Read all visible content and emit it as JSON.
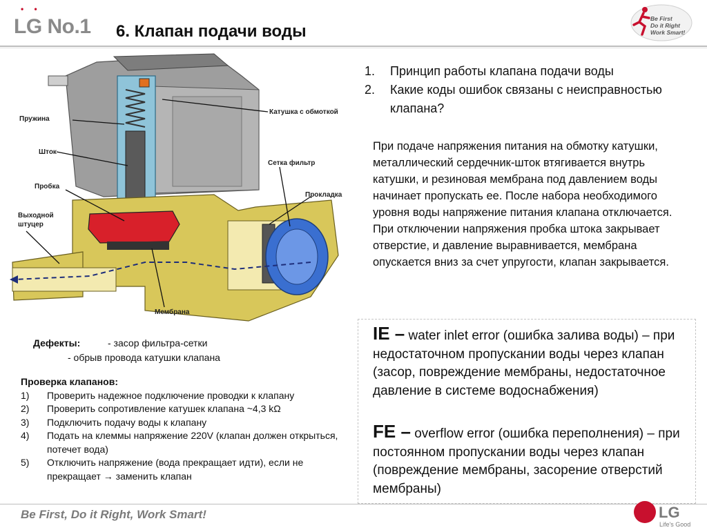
{
  "header": {
    "logo_text": "LG No.1",
    "title": "6. Клапан подачи воды",
    "badge_lines": [
      "Be First",
      "Do it Right",
      "Work Smart!"
    ]
  },
  "illustration": {
    "labels": {
      "spring": "Пружина",
      "stem": "Шток",
      "plug": "Пробка",
      "outlet": "Выходной штуцер",
      "coil": "Катушка с обмоткой",
      "filter": "Сетка фильтр",
      "gasket": "Прокладка",
      "membrane": "Мембрана"
    }
  },
  "questions": [
    {
      "num": "1.",
      "text": "Принцип работы клапана подачи воды"
    },
    {
      "num": "2.",
      "text": "Какие коды ошибок связаны с неисправностью клапана?"
    }
  ],
  "description": [
    "При подаче напряжения питания на обмотку катушки, металлический сердечник-шток втягивается внутрь катушки, и резиновая мембрана под давлением воды начинает пропускать ее. После набора необходимого уровня воды напряжение питания клапана отключается.",
    "При отключении напряжения пробка штока закрывает отверстие, и давление выравнивается, мембрана опускается вниз за счет упругости, клапан закрывается."
  ],
  "defects": {
    "label": "Дефекты:",
    "items": [
      "- засор фильтра-сетки",
      "- обрыв провода катушки клапана"
    ]
  },
  "check": {
    "title": "Проверка клапанов:",
    "items": [
      {
        "num": "1)",
        "text": "Проверить надежное подключение проводки к клапану"
      },
      {
        "num": "2)",
        "text": "Проверить сопротивление катушек клапана ~4,3 kΩ"
      },
      {
        "num": "3)",
        "text": "Подключить подачу воды к клапану"
      },
      {
        "num": "4)",
        "text": "Подать на клеммы напряжение 220V (клапан должен открыться, потечет вода)"
      },
      {
        "num": "5)",
        "text": "Отключить напряжение (вода прекращает идти), если не прекращает → заменить клапан"
      }
    ]
  },
  "errors": [
    {
      "code": "IE –",
      "text": " water inlet error (ошибка залива воды) – при недостаточном пропускании воды через клапан (засор, повреждение мембраны, недостаточное давление в системе водоснабжения)"
    },
    {
      "code": "FE –",
      "text": " overflow error (ошибка переполнения) – при постоянном пропускании воды через клапан (повреждение мембраны, засорение отверстий мембраны)"
    }
  ],
  "footer": {
    "slogan": "Be First, Do it Right, Work Smart!",
    "brand": "LG",
    "brand_sub": "Life's Good"
  },
  "colors": {
    "lg_red": "#c8102e",
    "brass": "#d8c75a",
    "coil_gray": "#9a9a9a",
    "membrane_red": "#d8202a",
    "filter_blue": "#3a6fd0"
  }
}
